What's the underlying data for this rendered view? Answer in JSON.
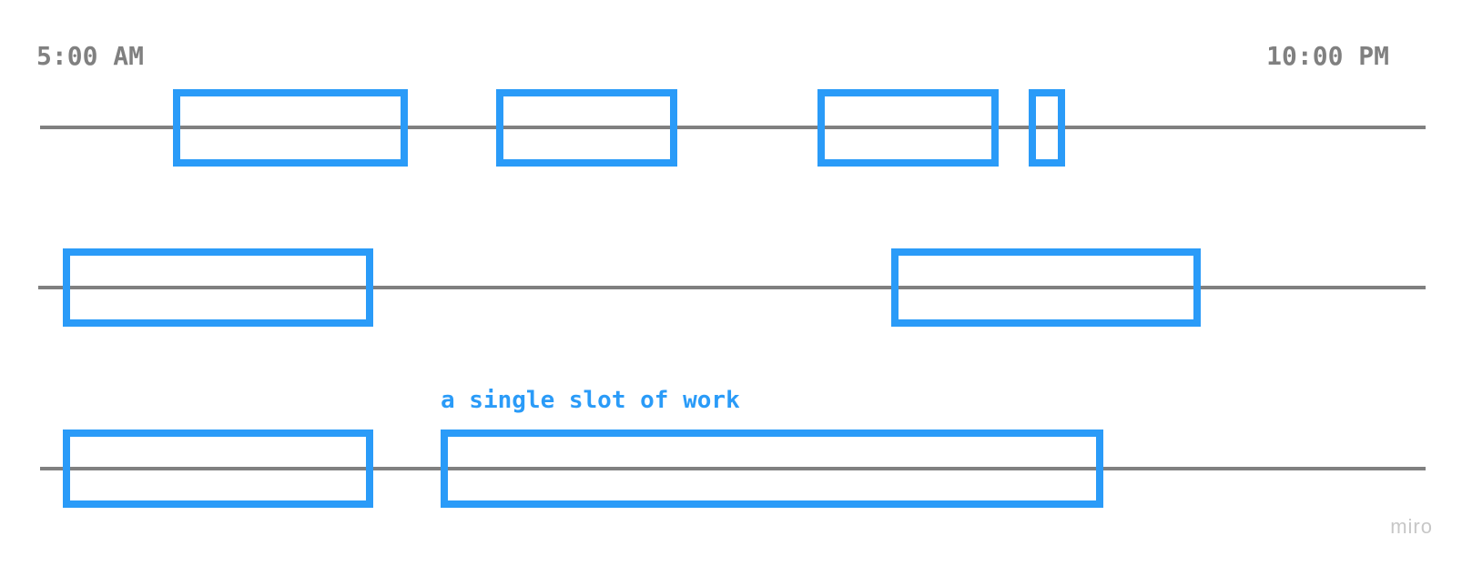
{
  "header": {
    "start_time": "5:00 AM",
    "end_time": "10:00 PM"
  },
  "annotation": {
    "text": "a single slot of work"
  },
  "colors": {
    "slot_stroke": "#2a9bf8",
    "line": "#808080",
    "label": "#808080",
    "annotation": "#2a9bf8",
    "watermark": "#c7c7c7"
  },
  "watermark": {
    "text": "miro"
  }
}
